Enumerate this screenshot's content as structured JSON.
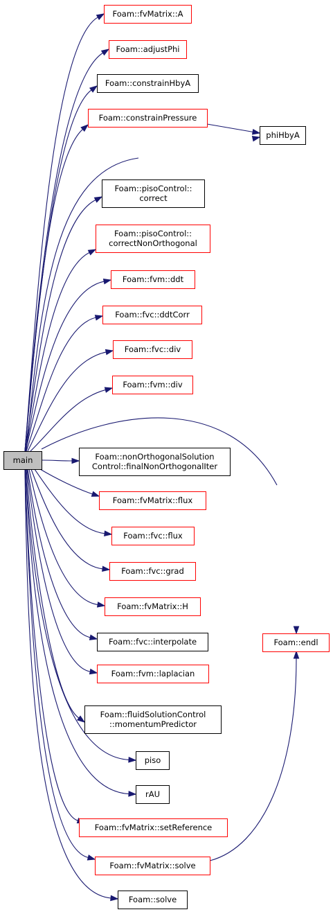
{
  "colors": {
    "edge": "#191970",
    "border_default": "#000000",
    "border_link": "#ff0000",
    "root_fill": "#bfbfbf",
    "node_fill": "#ffffff"
  },
  "nodes": [
    {
      "id": "main",
      "lines": [
        "main"
      ],
      "style": "root"
    },
    {
      "id": "fvMatrix_A",
      "lines": [
        "Foam::fvMatrix::A"
      ],
      "style": "link"
    },
    {
      "id": "adjustPhi",
      "lines": [
        "Foam::adjustPhi"
      ],
      "style": "link"
    },
    {
      "id": "constrainHbyA",
      "lines": [
        "Foam::constrainHbyA"
      ],
      "style": "plain"
    },
    {
      "id": "constrainPressure",
      "lines": [
        "Foam::constrainPressure"
      ],
      "style": "link"
    },
    {
      "id": "phiHbyA",
      "lines": [
        "phiHbyA"
      ],
      "style": "plain"
    },
    {
      "id": "piso_correct",
      "lines": [
        "Foam::pisoControl::",
        "correct"
      ],
      "style": "plain"
    },
    {
      "id": "piso_correctNonOrth",
      "lines": [
        "Foam::pisoControl::",
        "correctNonOrthogonal"
      ],
      "style": "link"
    },
    {
      "id": "fvm_ddt",
      "lines": [
        "Foam::fvm::ddt"
      ],
      "style": "link"
    },
    {
      "id": "fvc_ddtCorr",
      "lines": [
        "Foam::fvc::ddtCorr"
      ],
      "style": "link"
    },
    {
      "id": "fvc_div",
      "lines": [
        "Foam::fvc::div"
      ],
      "style": "link"
    },
    {
      "id": "fvm_div",
      "lines": [
        "Foam::fvm::div"
      ],
      "style": "link"
    },
    {
      "id": "finalNonOrth",
      "lines": [
        "Foam::nonOrthogonalSolution",
        "Control::finalNonOrthogonalIter"
      ],
      "style": "plain"
    },
    {
      "id": "fvMatrix_flux",
      "lines": [
        "Foam::fvMatrix::flux"
      ],
      "style": "link"
    },
    {
      "id": "fvc_flux",
      "lines": [
        "Foam::fvc::flux"
      ],
      "style": "link"
    },
    {
      "id": "fvc_grad",
      "lines": [
        "Foam::fvc::grad"
      ],
      "style": "link"
    },
    {
      "id": "fvMatrix_H",
      "lines": [
        "Foam::fvMatrix::H"
      ],
      "style": "link"
    },
    {
      "id": "endl",
      "lines": [
        "Foam::endl"
      ],
      "style": "link"
    },
    {
      "id": "fvc_interpolate",
      "lines": [
        "Foam::fvc::interpolate"
      ],
      "style": "plain"
    },
    {
      "id": "fvm_laplacian",
      "lines": [
        "Foam::fvm::laplacian"
      ],
      "style": "link"
    },
    {
      "id": "momentumPredictor",
      "lines": [
        "Foam::fluidSolutionControl",
        "::momentumPredictor"
      ],
      "style": "plain"
    },
    {
      "id": "piso",
      "lines": [
        "piso"
      ],
      "style": "plain"
    },
    {
      "id": "rAU",
      "lines": [
        "rAU"
      ],
      "style": "plain"
    },
    {
      "id": "fvMatrix_setReference",
      "lines": [
        "Foam::fvMatrix::setReference"
      ],
      "style": "link"
    },
    {
      "id": "fvMatrix_solve",
      "lines": [
        "Foam::fvMatrix::solve"
      ],
      "style": "link"
    },
    {
      "id": "solve",
      "lines": [
        "Foam::solve"
      ],
      "style": "plain"
    }
  ],
  "edges": [
    {
      "from": "main",
      "to": "fvMatrix_A"
    },
    {
      "from": "main",
      "to": "adjustPhi"
    },
    {
      "from": "main",
      "to": "constrainHbyA"
    },
    {
      "from": "main",
      "to": "constrainPressure"
    },
    {
      "from": "main",
      "to": "phiHbyA"
    },
    {
      "from": "constrainPressure",
      "to": "phiHbyA"
    },
    {
      "from": "main",
      "to": "piso_correct"
    },
    {
      "from": "main",
      "to": "piso_correctNonOrth"
    },
    {
      "from": "main",
      "to": "fvm_ddt"
    },
    {
      "from": "main",
      "to": "fvc_ddtCorr"
    },
    {
      "from": "main",
      "to": "fvc_div"
    },
    {
      "from": "main",
      "to": "fvm_div"
    },
    {
      "from": "main",
      "to": "endl"
    },
    {
      "from": "main",
      "to": "finalNonOrth"
    },
    {
      "from": "main",
      "to": "fvMatrix_flux"
    },
    {
      "from": "main",
      "to": "fvc_flux"
    },
    {
      "from": "main",
      "to": "fvc_grad"
    },
    {
      "from": "main",
      "to": "fvMatrix_H"
    },
    {
      "from": "main",
      "to": "fvc_interpolate"
    },
    {
      "from": "main",
      "to": "fvm_laplacian"
    },
    {
      "from": "main",
      "to": "momentumPredictor"
    },
    {
      "from": "main",
      "to": "piso"
    },
    {
      "from": "main",
      "to": "rAU"
    },
    {
      "from": "main",
      "to": "fvMatrix_setReference"
    },
    {
      "from": "main",
      "to": "fvMatrix_solve"
    },
    {
      "from": "fvMatrix_solve",
      "to": "endl"
    },
    {
      "from": "main",
      "to": "solve"
    }
  ]
}
